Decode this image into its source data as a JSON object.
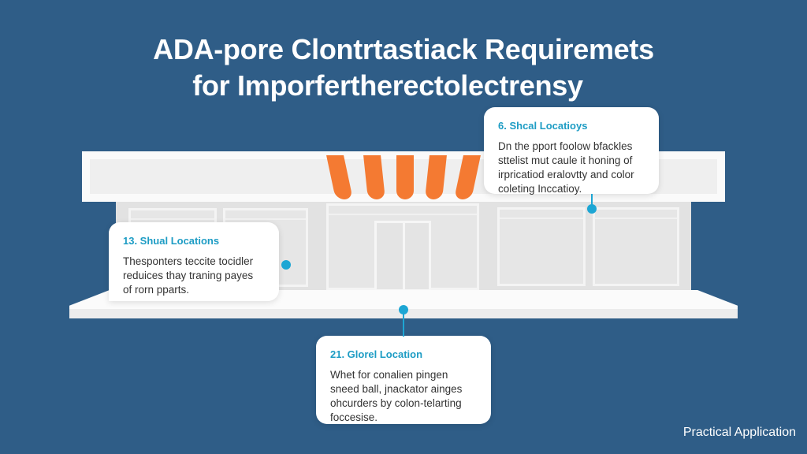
{
  "title": {
    "line1": "ADA-pore Clontrtastiack Requiremets",
    "line2": "for Imporfertherectolectrensy"
  },
  "colors": {
    "background": "#2f5d87",
    "accent": "#1da6d4",
    "awning": "#f47a32",
    "card": "#ffffff"
  },
  "callouts": [
    {
      "heading": "6. Shcal Locatioys",
      "body": "Dn the pport foolow bfackles sttelist mut caule it honing of irpricatiod eralovtty and color coleting Inccatioy."
    },
    {
      "heading": "13. Shual Locations",
      "body": "Thesponters teccite tocidler reduices thay traning payes of rorn pparts."
    },
    {
      "heading": "21. Glorel Location",
      "body": "Whet for conalien pingen sneed ball, jnackator ainges ohcurders by colon-telarting foccesise."
    }
  ],
  "footer": {
    "label": "Practical Application"
  }
}
